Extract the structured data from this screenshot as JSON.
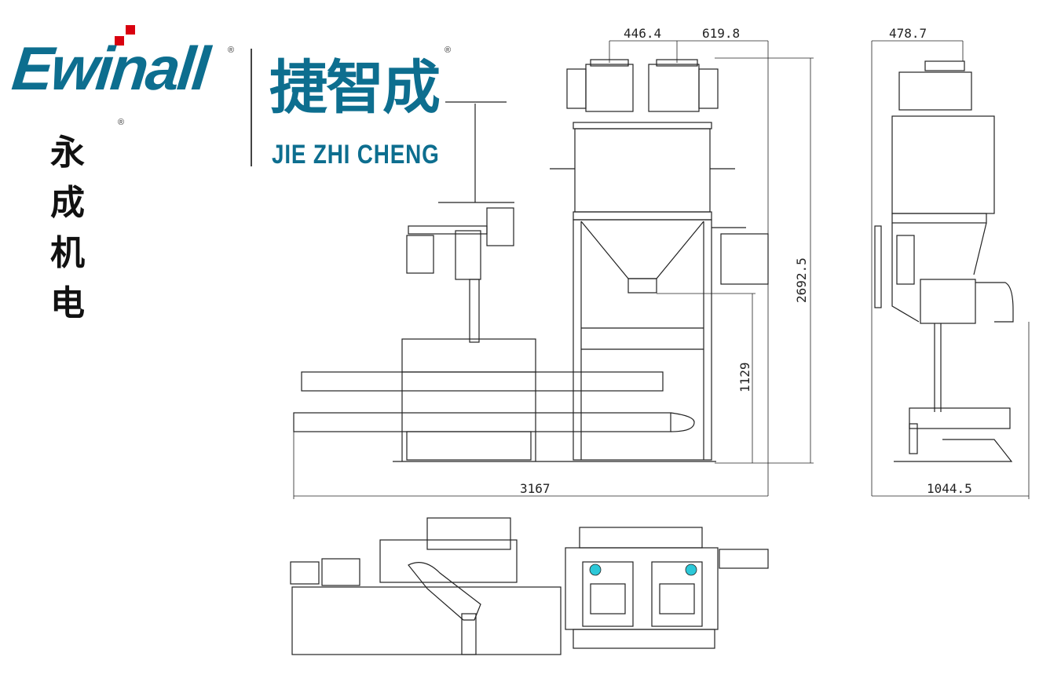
{
  "logo": {
    "brand_latin": "Ewinall",
    "brand_chinese": "永成机电",
    "product_chinese": "捷智成",
    "product_pinyin": "JIE ZHI CHENG",
    "registered_mark": "®",
    "brand_color": "#0d6e8f",
    "accent_color": "#d9000f"
  },
  "dimensions": {
    "front_top_left": "446.4",
    "front_top_right": "619.8",
    "front_height": "2692.5",
    "front_discharge_height": "1129",
    "front_width": "3167",
    "side_top": "478.7",
    "side_width": "1044.5"
  }
}
